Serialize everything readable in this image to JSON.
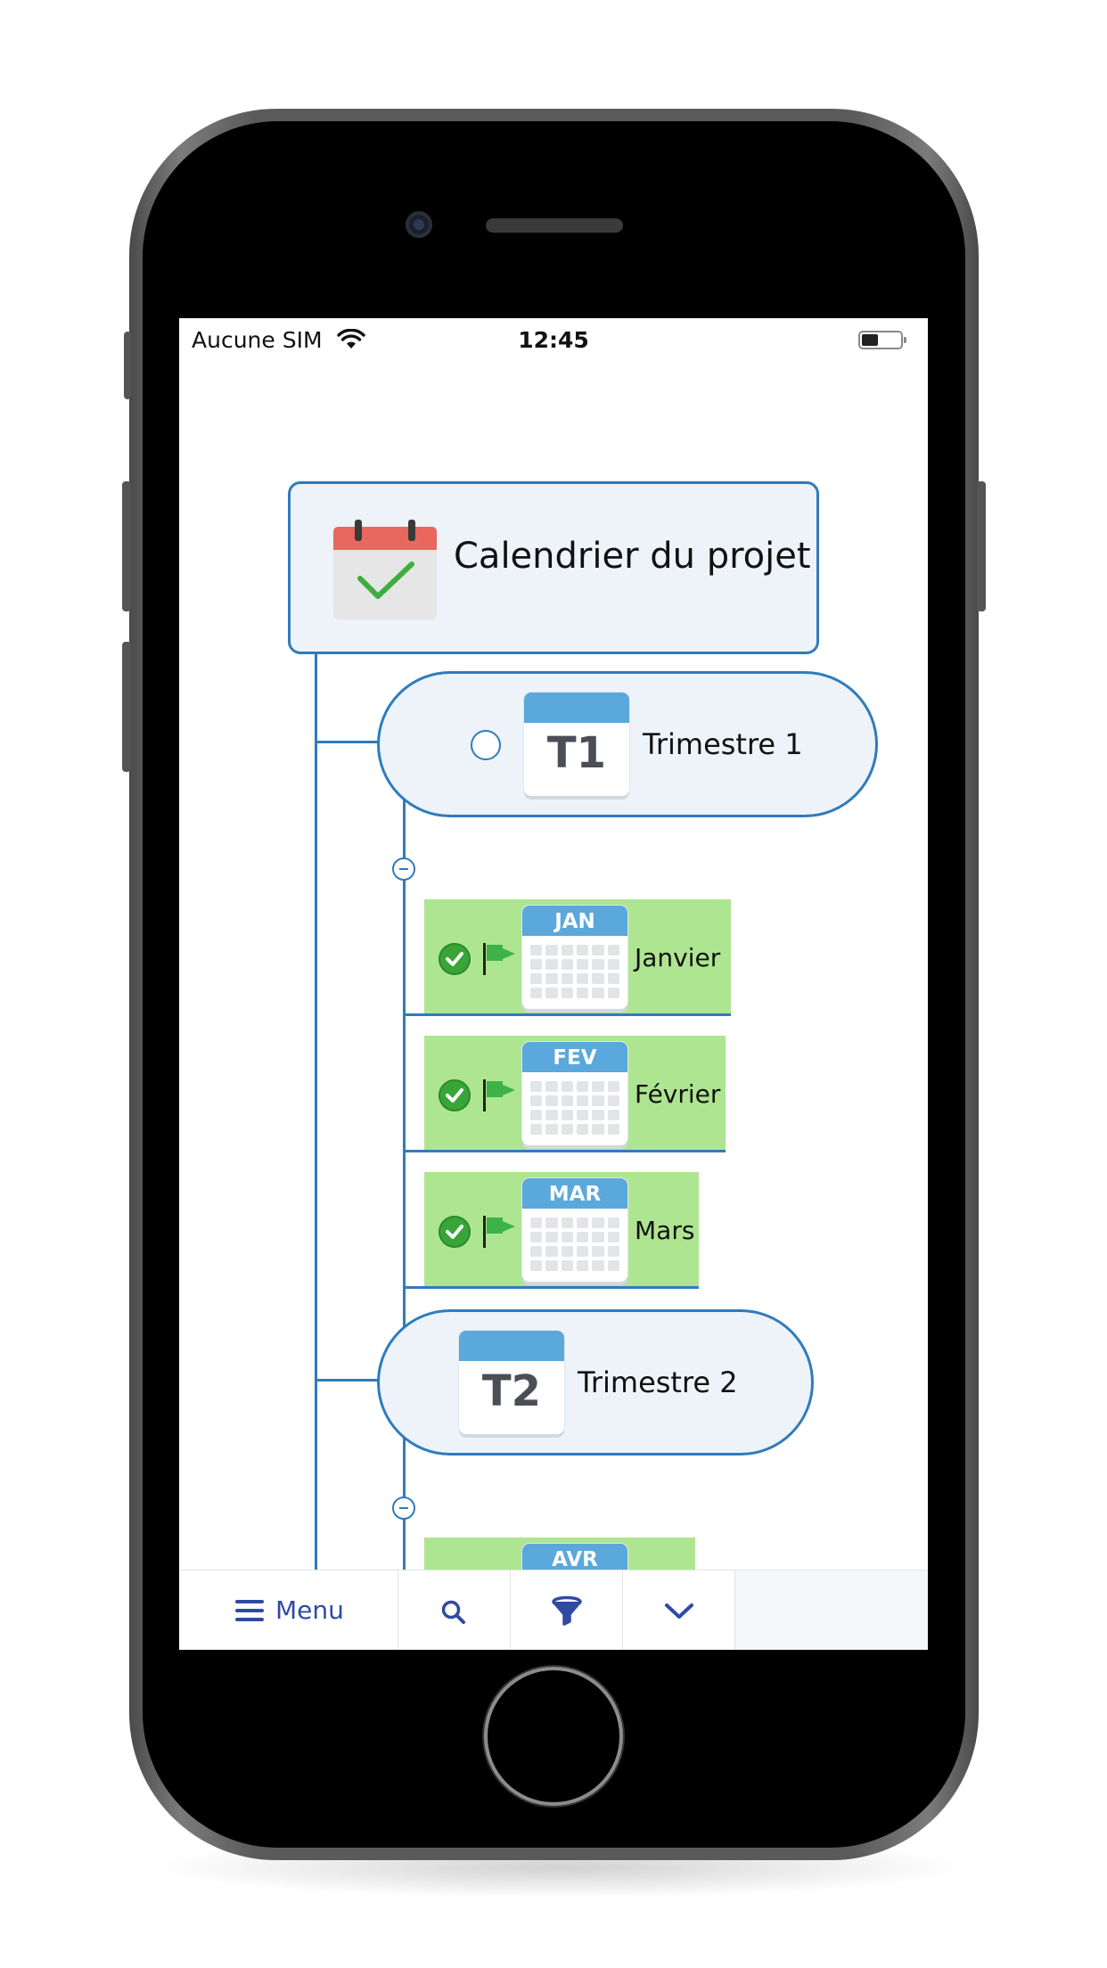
{
  "status_bar": {
    "carrier": "Aucune SIM",
    "time": "12:45"
  },
  "mindmap": {
    "root": {
      "title": "Calendrier du projet",
      "icon": "calendar-check-icon"
    },
    "quarters": [
      {
        "badge": "T1",
        "label": "Trimestre 1",
        "months": [
          {
            "badge": "JAN",
            "label": "Janvier",
            "done": true
          },
          {
            "badge": "FEV",
            "label": "Février",
            "done": true
          },
          {
            "badge": "MAR",
            "label": "Mars",
            "done": true
          }
        ]
      },
      {
        "badge": "T2",
        "label": "Trimestre 2",
        "months": [
          {
            "badge": "AVR",
            "label": "",
            "done": false
          }
        ]
      }
    ]
  },
  "toolbar": {
    "menu_label": "Menu",
    "icons": [
      "hamburger-icon",
      "search-icon",
      "filter-icon",
      "chevron-down-icon"
    ]
  },
  "colors": {
    "accent": "#2f7bbd",
    "node_fill": "#edf3f9",
    "month_fill": "#aee591",
    "calendar_header": "#5aa8dc",
    "toolbar_text": "#2f4aa3"
  }
}
